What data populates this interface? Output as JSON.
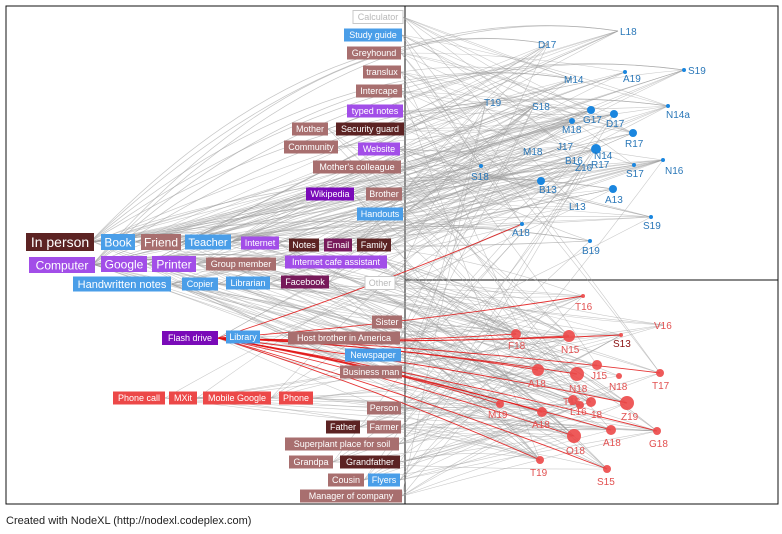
{
  "footer": "Created with NodeXL (http://nodexl.codeplex.com)",
  "colors": {
    "blue": "#4a9ee8",
    "brown": "#a86f6f",
    "dark": "#5c2323",
    "purple": "#a24ee8",
    "violet": "#7a0ab8",
    "magenta": "#771a5a",
    "red": "#ec4848",
    "node_blue": "#1a86df",
    "label_blue": "#2a77b8",
    "label_red": "#e25050",
    "edge_gray": "#9c9c9c",
    "edge_red": "#e01010"
  },
  "left_labels": [
    {
      "id": "calculator",
      "text": "Calculator",
      "style": "white"
    },
    {
      "id": "study-guide",
      "text": "Study guide",
      "style": "blue"
    },
    {
      "id": "greyhound",
      "text": "Greyhound",
      "style": "brown"
    },
    {
      "id": "translux",
      "text": "translux",
      "style": "brown"
    },
    {
      "id": "intercape",
      "text": "Intercape",
      "style": "brown"
    },
    {
      "id": "typed-notes",
      "text": "typed notes",
      "style": "purple"
    },
    {
      "id": "mother",
      "text": "Mother",
      "style": "brown"
    },
    {
      "id": "security-guard",
      "text": "Security guard",
      "style": "dark"
    },
    {
      "id": "community",
      "text": "Community",
      "style": "brown"
    },
    {
      "id": "website",
      "text": "Website",
      "style": "purple"
    },
    {
      "id": "mothers-colleague",
      "text": "Mother's colleague",
      "style": "brown"
    },
    {
      "id": "wikipedia",
      "text": "Wikipedia",
      "style": "violet"
    },
    {
      "id": "brother",
      "text": "Brother",
      "style": "brown"
    },
    {
      "id": "handouts",
      "text": "Handouts",
      "style": "blue"
    },
    {
      "id": "in-person",
      "text": "In person",
      "style": "dark"
    },
    {
      "id": "book",
      "text": "Book",
      "style": "blue"
    },
    {
      "id": "friend",
      "text": "Friend",
      "style": "brown"
    },
    {
      "id": "teacher",
      "text": "Teacher",
      "style": "blue"
    },
    {
      "id": "internet",
      "text": "Internet",
      "style": "purple"
    },
    {
      "id": "notes",
      "text": "Notes",
      "style": "dark"
    },
    {
      "id": "email",
      "text": "Email",
      "style": "magenta"
    },
    {
      "id": "family",
      "text": "Family",
      "style": "dark"
    },
    {
      "id": "computer",
      "text": "Computer",
      "style": "purple"
    },
    {
      "id": "google",
      "text": "Google",
      "style": "purple"
    },
    {
      "id": "printer",
      "text": "Printer",
      "style": "purple"
    },
    {
      "id": "group-member",
      "text": "Group member",
      "style": "brown"
    },
    {
      "id": "internet-cafe-assistant",
      "text": "Internet cafe assistant",
      "style": "purple"
    },
    {
      "id": "handwritten-notes",
      "text": "Handwritten notes",
      "style": "blue"
    },
    {
      "id": "copier",
      "text": "Copier",
      "style": "blue"
    },
    {
      "id": "librarian",
      "text": "Librarian",
      "style": "blue"
    },
    {
      "id": "facebook",
      "text": "Facebook",
      "style": "magenta"
    },
    {
      "id": "other",
      "text": "Other",
      "style": "white"
    },
    {
      "id": "sister",
      "text": "Sister",
      "style": "brown"
    },
    {
      "id": "flash-drive",
      "text": "Flash drive",
      "style": "violet"
    },
    {
      "id": "library",
      "text": "Library",
      "style": "blue"
    },
    {
      "id": "host-brother",
      "text": "Host brother in America",
      "style": "brown"
    },
    {
      "id": "newspaper",
      "text": "Newspaper",
      "style": "blue"
    },
    {
      "id": "business-man",
      "text": "Business man",
      "style": "brown"
    },
    {
      "id": "phone-call",
      "text": "Phone call",
      "style": "red"
    },
    {
      "id": "mxit",
      "text": "MXit",
      "style": "red"
    },
    {
      "id": "mobile-google",
      "text": "Mobile Google",
      "style": "red"
    },
    {
      "id": "phone",
      "text": "Phone",
      "style": "red"
    },
    {
      "id": "person",
      "text": "Person",
      "style": "brown"
    },
    {
      "id": "father",
      "text": "Father",
      "style": "dark"
    },
    {
      "id": "farmer",
      "text": "Farmer",
      "style": "brown"
    },
    {
      "id": "superplant",
      "text": "Superplant place for soil",
      "style": "brown"
    },
    {
      "id": "grandpa",
      "text": "Grandpa",
      "style": "brown"
    },
    {
      "id": "grandfather",
      "text": "Grandfather",
      "style": "dark"
    },
    {
      "id": "cousin",
      "text": "Cousin",
      "style": "brown"
    },
    {
      "id": "flyers",
      "text": "Flyers",
      "style": "blue"
    },
    {
      "id": "manager",
      "text": "Manager of company",
      "style": "brown"
    }
  ],
  "blue_nodes": [
    {
      "id": "d17-top",
      "text": "D17"
    },
    {
      "id": "l18",
      "text": "L18"
    },
    {
      "id": "m14",
      "text": "M14"
    },
    {
      "id": "a19",
      "text": "A19"
    },
    {
      "id": "s19-top",
      "text": "S19"
    },
    {
      "id": "t19-blue",
      "text": "T19"
    },
    {
      "id": "s18-top",
      "text": "S18"
    },
    {
      "id": "n14a",
      "text": "N14a"
    },
    {
      "id": "g17",
      "text": "G17"
    },
    {
      "id": "d17-mid",
      "text": "D17"
    },
    {
      "id": "m18-a",
      "text": "M18"
    },
    {
      "id": "r17",
      "text": "R17"
    },
    {
      "id": "m18-b",
      "text": "M18"
    },
    {
      "id": "j17",
      "text": "J17"
    },
    {
      "id": "n14",
      "text": "N14"
    },
    {
      "id": "b16",
      "text": "B16"
    },
    {
      "id": "r17-b",
      "text": "R17"
    },
    {
      "id": "z16",
      "text": "Z16"
    },
    {
      "id": "s17",
      "text": "S17"
    },
    {
      "id": "n16",
      "text": "N16"
    },
    {
      "id": "s18-low",
      "text": "S18"
    },
    {
      "id": "b13",
      "text": "B13"
    },
    {
      "id": "a13",
      "text": "A13"
    },
    {
      "id": "l13",
      "text": "L13"
    },
    {
      "id": "s19-low",
      "text": "S19"
    },
    {
      "id": "a18-blue",
      "text": "A18"
    },
    {
      "id": "b19",
      "text": "B19"
    }
  ],
  "red_nodes": [
    {
      "id": "t16",
      "text": "T16"
    },
    {
      "id": "v16",
      "text": "V16"
    },
    {
      "id": "f18",
      "text": "F18"
    },
    {
      "id": "n15",
      "text": "N15"
    },
    {
      "id": "s13",
      "text": "S13"
    },
    {
      "id": "j15",
      "text": "J15"
    },
    {
      "id": "a18-r1",
      "text": "A18"
    },
    {
      "id": "n18-a",
      "text": "N18"
    },
    {
      "id": "n18-b",
      "text": "N18"
    },
    {
      "id": "t17",
      "text": "T17"
    },
    {
      "id": "m19",
      "text": "M19"
    },
    {
      "id": "t18",
      "text": "T18"
    },
    {
      "id": "l16",
      "text": "L16"
    },
    {
      "id": "x18",
      "text": "18"
    },
    {
      "id": "z19",
      "text": "Z19"
    },
    {
      "id": "a18-r2",
      "text": "A18"
    },
    {
      "id": "o18",
      "text": "O18"
    },
    {
      "id": "a18-r3",
      "text": "A18"
    },
    {
      "id": "g18",
      "text": "G18"
    },
    {
      "id": "t19-red",
      "text": "T19"
    },
    {
      "id": "s15",
      "text": "S15"
    }
  ]
}
